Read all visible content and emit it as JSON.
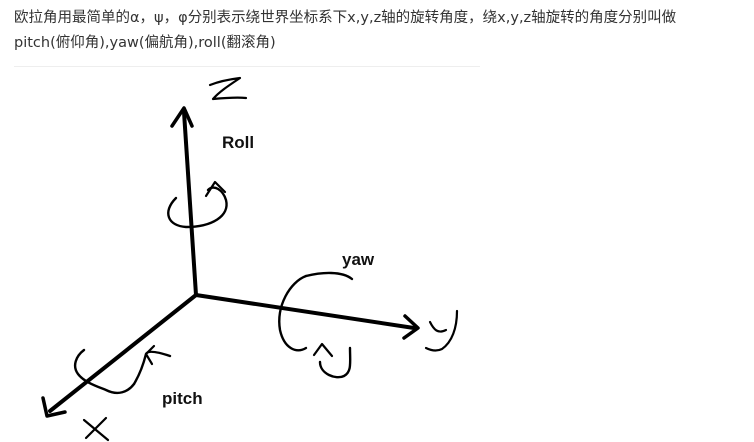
{
  "intro": {
    "line1": "欧拉角用最简单的α，ψ，φ分别表示绕世界坐标系下x,y,z轴的旋转角度，绕x,y,z轴旋转的角度分别叫做",
    "line2": "pitch(俯仰角),yaw(偏航角),roll(翻滚角)"
  },
  "figure": {
    "roll_label": "Roll",
    "yaw_label": "yaw",
    "pitch_label": "pitch"
  }
}
